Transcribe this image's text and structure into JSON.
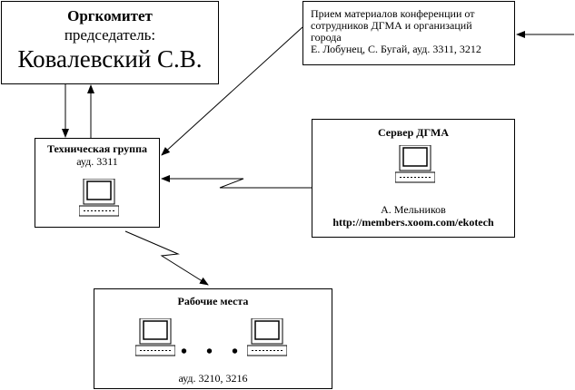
{
  "org": {
    "title": "Оргкомитет",
    "role": "председатель:",
    "name": "Ковалевский С.В."
  },
  "reception": {
    "lines": [
      "Прием материалов конференции от",
      "сотрудников ДГМА и организаций",
      "города",
      "Е. Лобунец, С. Бугай, ауд. 3311, 3212"
    ]
  },
  "tech": {
    "title": "Техническая группа",
    "room": "ауд. 3311",
    "icon": "computer-icon"
  },
  "server": {
    "title": "Сервер ДГМА",
    "person": "А. Мельников",
    "url": "http://members.xoom.com/ekotech",
    "icon": "computer-icon"
  },
  "workplaces": {
    "title": "Рабочие места",
    "dots": "• • •",
    "rooms": "ауд. 3210, 3216",
    "icons": [
      "computer-icon",
      "computer-icon"
    ]
  }
}
